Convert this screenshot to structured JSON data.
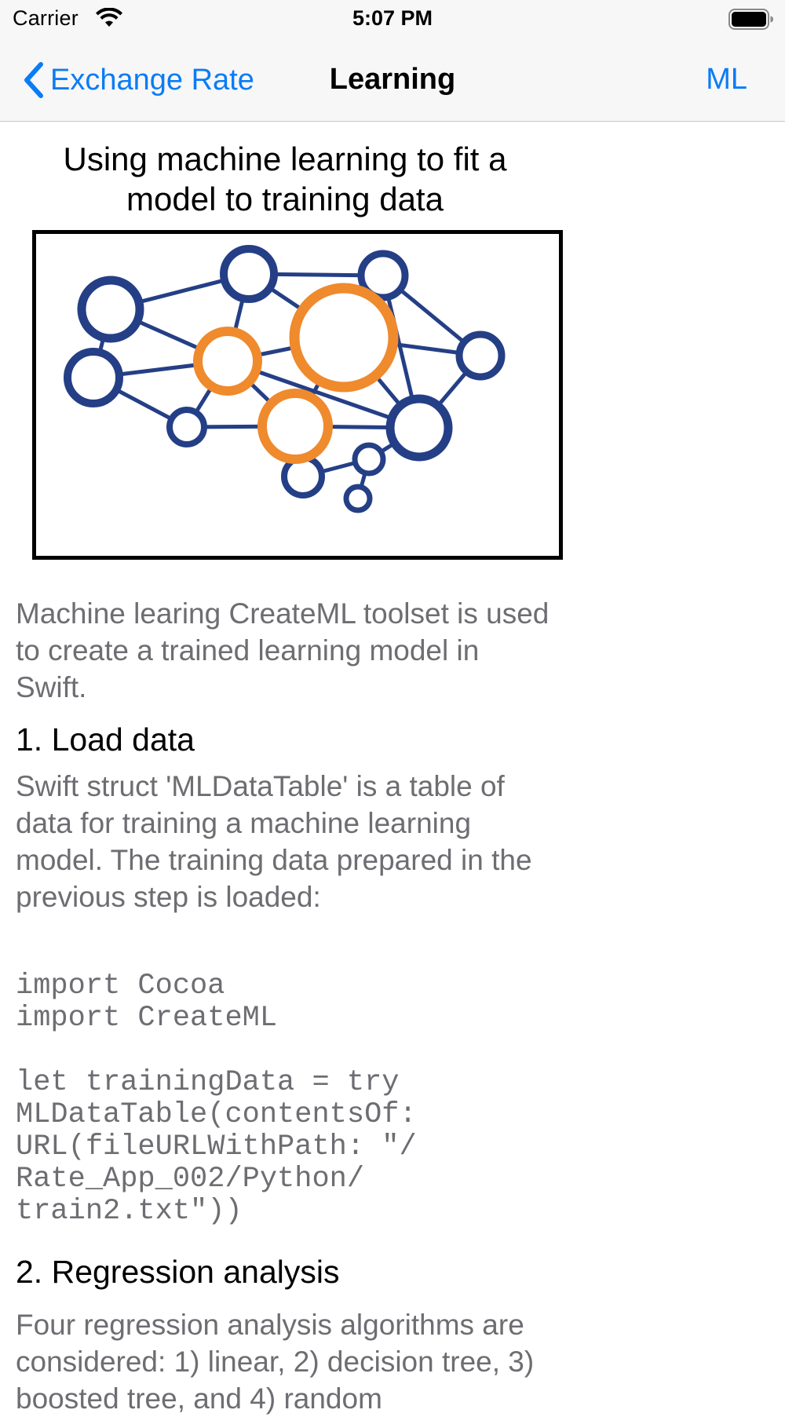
{
  "status_bar": {
    "carrier": "Carrier",
    "time": "5:07 PM"
  },
  "nav_bar": {
    "back_label": "Exchange Rate",
    "title": "Learning",
    "right_label": "ML"
  },
  "article": {
    "title": "Using machine learning to fit a model to training data",
    "intro": "Machine learing CreateML toolset is used to create a trained learning model in Swift.",
    "section1_heading": "1. Load data",
    "section1_text": "Swift struct 'MLDataTable' is a table of data for training a machine learning model. The training data prepared in the previous step is loaded:",
    "code_block1": "import Cocoa\nimport CreateML",
    "code_block2": "let trainingData = try\nMLDataTable(contentsOf:\nURL(fileURLWithPath: \"/\nRate_App_002/Python/\ntrain2.txt\"))",
    "section2_heading": "2. Regression analysis",
    "section2_text": "Four regression analysis algorithms are considered: 1) linear, 2) decision tree, 3) boosted tree, and 4) random"
  },
  "colors": {
    "accent": "#0a7cf5",
    "secondary_text": "#6d6d72",
    "network_blue": "#243f86",
    "network_orange": "#ef8a2d"
  },
  "icons": {
    "back": "chevron-left-icon",
    "wifi": "wifi-icon",
    "battery": "battery-icon"
  }
}
